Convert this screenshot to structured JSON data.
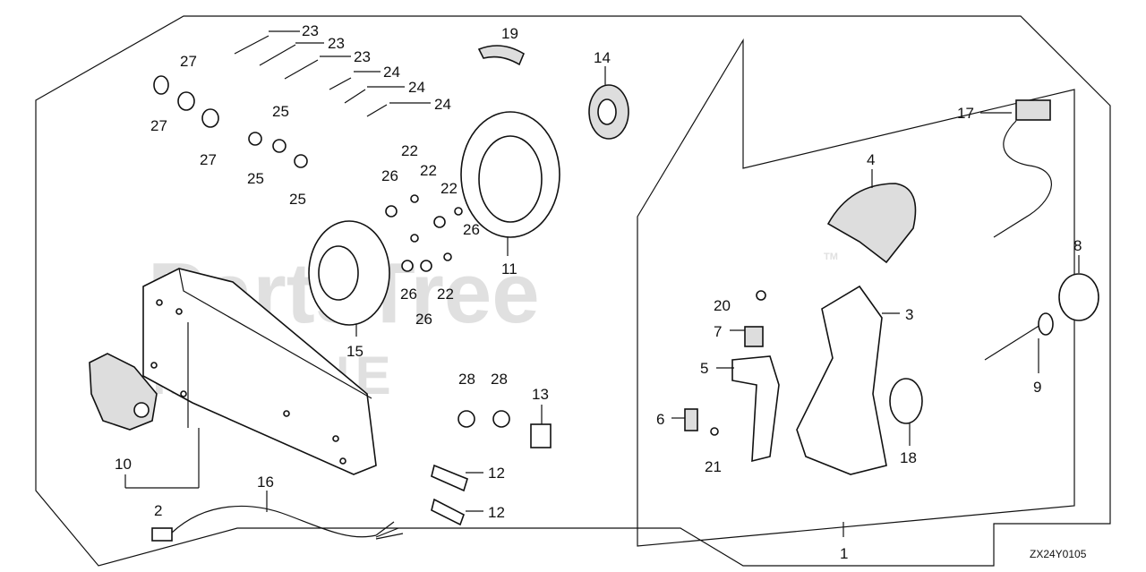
{
  "diagram": {
    "code": "ZX24Y0105",
    "watermark": {
      "line1": "PartsTree",
      "line2": "MARINE",
      "tm": "TM"
    },
    "callouts": [
      {
        "id": "c1",
        "text": "1"
      },
      {
        "id": "c2",
        "text": "2"
      },
      {
        "id": "c3",
        "text": "3"
      },
      {
        "id": "c4",
        "text": "4"
      },
      {
        "id": "c5",
        "text": "5"
      },
      {
        "id": "c6",
        "text": "6"
      },
      {
        "id": "c7",
        "text": "7"
      },
      {
        "id": "c8",
        "text": "8"
      },
      {
        "id": "c9",
        "text": "9"
      },
      {
        "id": "c10",
        "text": "10"
      },
      {
        "id": "c11",
        "text": "11"
      },
      {
        "id": "c12a",
        "text": "12"
      },
      {
        "id": "c12b",
        "text": "12"
      },
      {
        "id": "c13",
        "text": "13"
      },
      {
        "id": "c14",
        "text": "14"
      },
      {
        "id": "c15",
        "text": "15"
      },
      {
        "id": "c16",
        "text": "16"
      },
      {
        "id": "c17",
        "text": "17"
      },
      {
        "id": "c18",
        "text": "18"
      },
      {
        "id": "c19",
        "text": "19"
      },
      {
        "id": "c20",
        "text": "20"
      },
      {
        "id": "c21",
        "text": "21"
      },
      {
        "id": "c22a",
        "text": "22"
      },
      {
        "id": "c22b",
        "text": "22"
      },
      {
        "id": "c22c",
        "text": "22"
      },
      {
        "id": "c22d",
        "text": "22"
      },
      {
        "id": "c23a",
        "text": "23"
      },
      {
        "id": "c23b",
        "text": "23"
      },
      {
        "id": "c23c",
        "text": "23"
      },
      {
        "id": "c24a",
        "text": "24"
      },
      {
        "id": "c24b",
        "text": "24"
      },
      {
        "id": "c24c",
        "text": "24"
      },
      {
        "id": "c25a",
        "text": "25"
      },
      {
        "id": "c25b",
        "text": "25"
      },
      {
        "id": "c25c",
        "text": "25"
      },
      {
        "id": "c26a",
        "text": "26"
      },
      {
        "id": "c26b",
        "text": "26"
      },
      {
        "id": "c26c",
        "text": "26"
      },
      {
        "id": "c26d",
        "text": "26"
      },
      {
        "id": "c27a",
        "text": "27"
      },
      {
        "id": "c27b",
        "text": "27"
      },
      {
        "id": "c27c",
        "text": "27"
      },
      {
        "id": "c28a",
        "text": "28"
      },
      {
        "id": "c28b",
        "text": "28"
      }
    ]
  }
}
